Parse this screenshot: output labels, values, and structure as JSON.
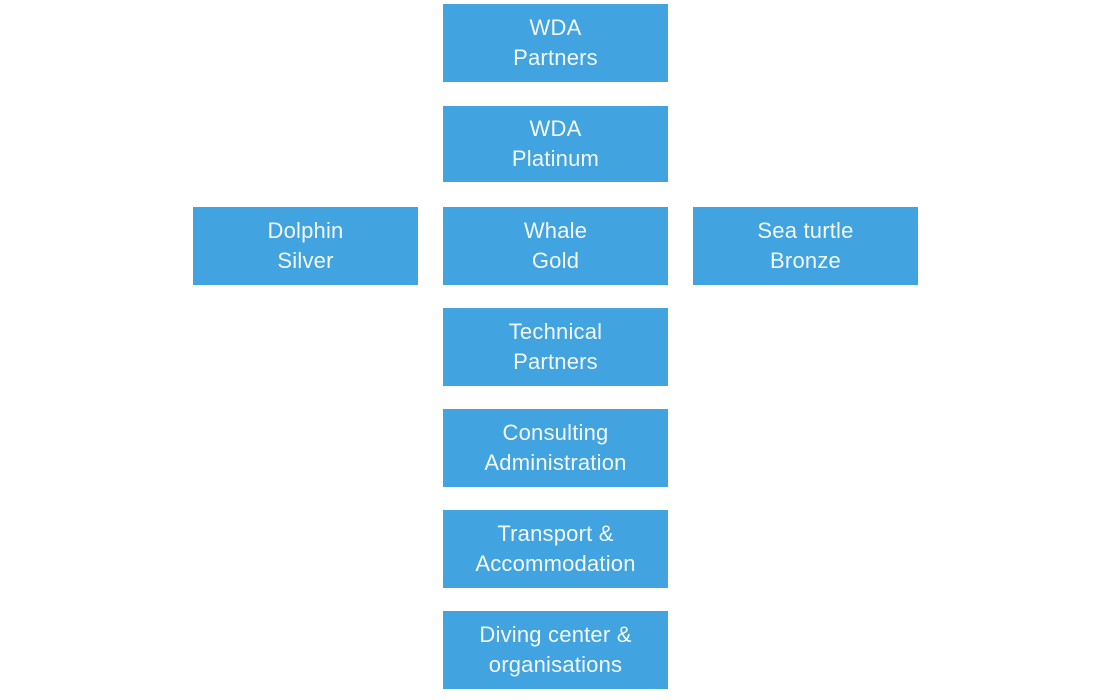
{
  "palette": {
    "tile_background": "#41A3DF",
    "tile_text": "#F4F8FB",
    "page_background": "#FFFFFF"
  },
  "diagram": {
    "type": "membership-tier-diagram",
    "nodes": [
      {
        "id": "wda-partners",
        "line1": "WDA",
        "line2": "Partners"
      },
      {
        "id": "wda-platinum",
        "line1": "WDA",
        "line2": "Platinum"
      },
      {
        "id": "dolphin-silver",
        "line1": "Dolphin",
        "line2": "Silver"
      },
      {
        "id": "whale-gold",
        "line1": "Whale",
        "line2": "Gold"
      },
      {
        "id": "sea-turtle-bronze",
        "line1": "Sea turtle",
        "line2": "Bronze"
      },
      {
        "id": "technical-partners",
        "line1": "Technical",
        "line2": "Partners"
      },
      {
        "id": "consulting-admin",
        "line1": "Consulting",
        "line2": "Administration"
      },
      {
        "id": "transport-accommodation",
        "line1": "Transport &",
        "line2": "Accommodation"
      },
      {
        "id": "diving-center-organisations",
        "line1": "Diving center &",
        "line2": "organisations"
      }
    ]
  }
}
